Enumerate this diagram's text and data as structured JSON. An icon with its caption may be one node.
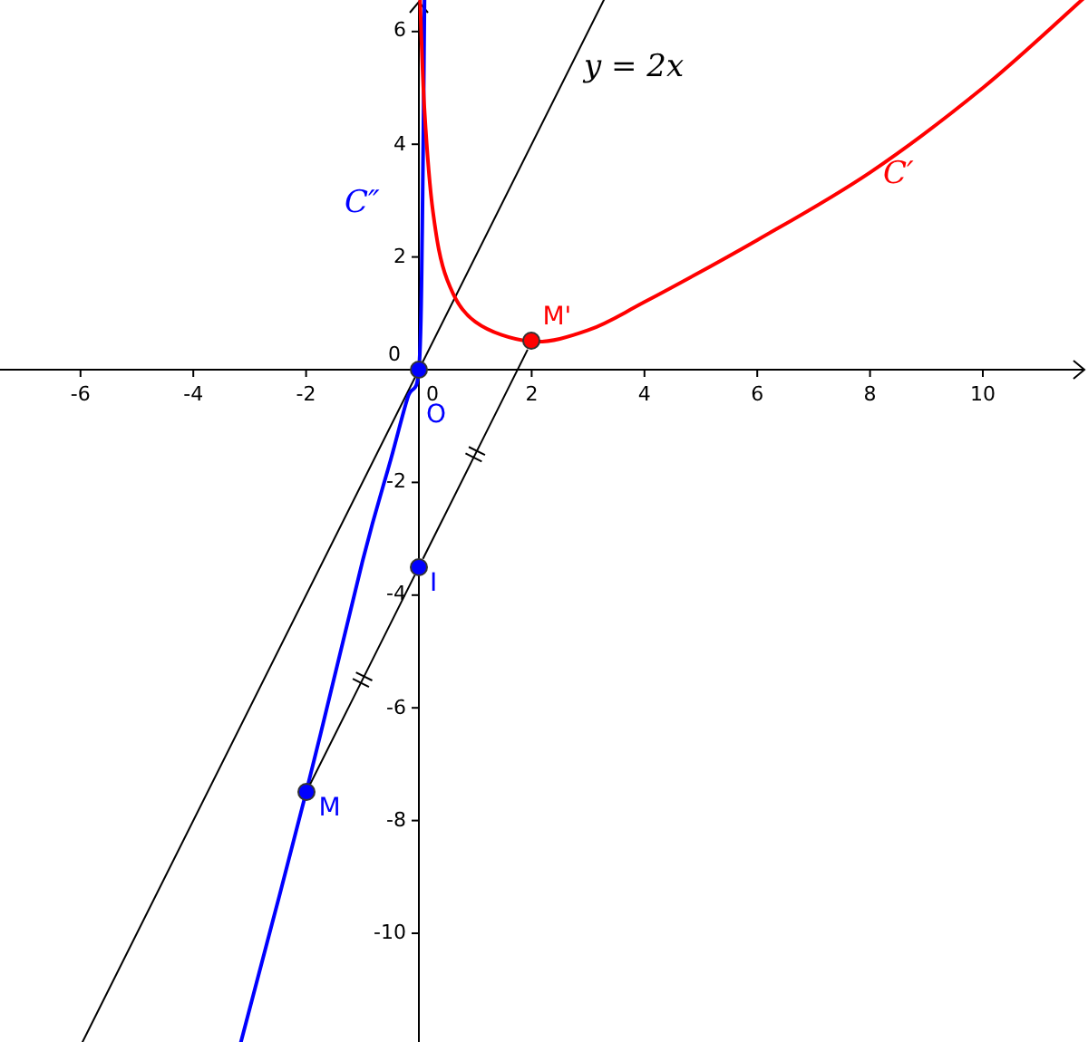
{
  "diagram": {
    "nodes": [
      {
        "text": [
          "O"
        ]
      },
      {
        "text": [
          "I"
        ]
      },
      {
        "text": [
          "M"
        ]
      },
      {
        "text": [
          "M'"
        ]
      }
    ],
    "edges": [
      {
        "from": 2,
        "to": 1,
        "arrow": "none"
      },
      {
        "from": 1,
        "to": 3,
        "arrow": "none"
      }
    ],
    "labels": [
      "6",
      "4",
      "2",
      "0",
      "-2",
      "-4",
      "-6",
      "-8",
      "-10",
      "-6",
      "-4",
      "-2",
      "0",
      "2",
      "4",
      "6",
      "8",
      "10",
      "y = 2x",
      "C″",
      "C′"
    ]
  }
}
